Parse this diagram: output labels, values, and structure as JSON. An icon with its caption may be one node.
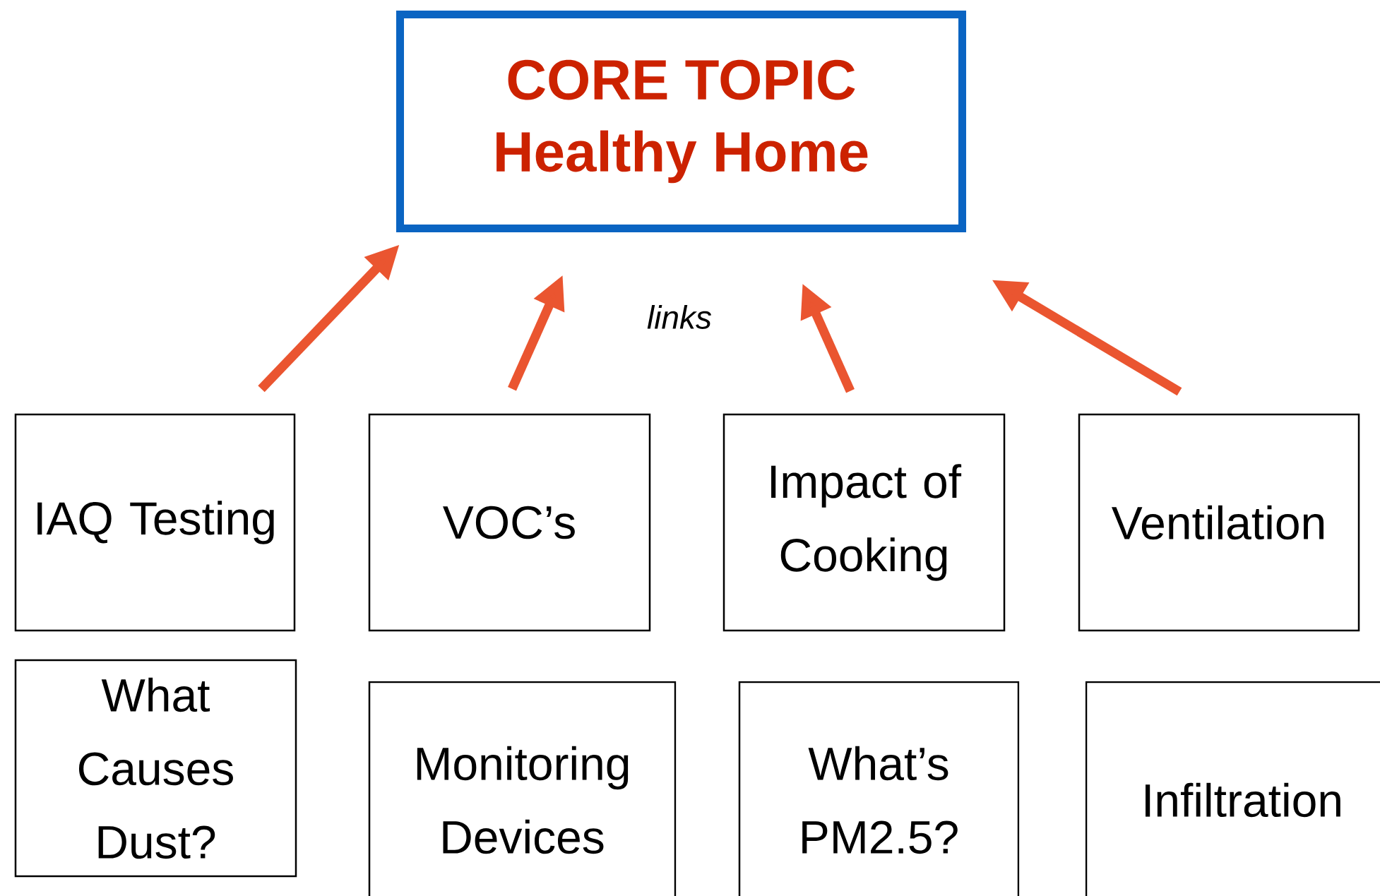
{
  "diagram": {
    "nodes": [
      {
        "text": [
          "CORE TOPIC",
          "Healthy Home"
        ]
      },
      {
        "text": [
          "IAQ Testing"
        ]
      },
      {
        "text": [
          "VOC’s"
        ]
      },
      {
        "text": [
          "Impact of Cooking"
        ]
      },
      {
        "text": [
          "Ventilation"
        ]
      },
      {
        "text": [
          "What Causes Dust?"
        ]
      },
      {
        "text": [
          "Monitoring Devices"
        ]
      },
      {
        "text": [
          "What’s PM2.5?"
        ]
      },
      {
        "text": [
          "Infiltration"
        ]
      }
    ],
    "edges": [
      {
        "from": 1,
        "to": 0,
        "arrow": "to"
      },
      {
        "from": 2,
        "to": 0,
        "arrow": "to"
      },
      {
        "from": 3,
        "to": 0,
        "arrow": "to"
      },
      {
        "from": 4,
        "to": 0,
        "arrow": "to"
      }
    ],
    "labels": [
      "links"
    ]
  }
}
